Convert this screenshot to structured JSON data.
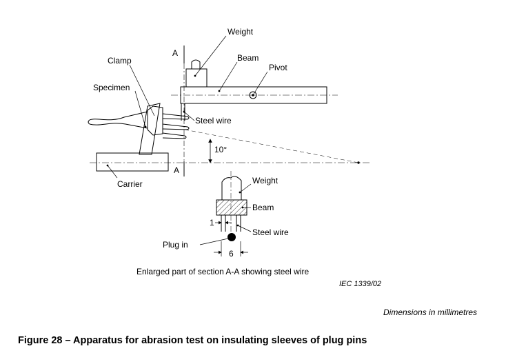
{
  "labels": {
    "weight_top": "Weight",
    "beam_top": "Beam",
    "pivot": "Pivot",
    "clamp": "Clamp",
    "specimen": "Specimen",
    "steel_wire_top": "Steel wire",
    "section_a_top": "A",
    "section_a_bottom": "A",
    "angle": "10°",
    "carrier": "Carrier",
    "weight_detail": "Weight",
    "beam_detail": "Beam",
    "steel_wire_detail": "Steel wire",
    "plug_in": "Plug in",
    "dim_1": "1",
    "dim_6": "6"
  },
  "detail_caption": "Enlarged part of section A-A showing steel wire",
  "iec_ref": "IEC   1339/02",
  "dimensions_note": "Dimensions in millimetres",
  "figure_caption": "Figure 28 – Apparatus for abrasion test on insulating sleeves of plug pins"
}
